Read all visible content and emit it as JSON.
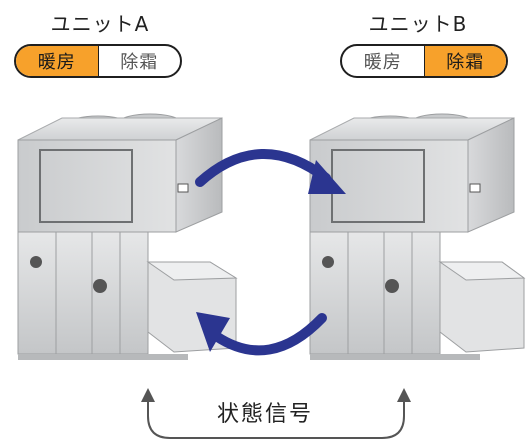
{
  "unit_a": {
    "title": "ユニットA",
    "modes": [
      {
        "label": "暖房",
        "active": true
      },
      {
        "label": "除霜",
        "active": false
      }
    ]
  },
  "unit_b": {
    "title": "ユニットB",
    "modes": [
      {
        "label": "暖房",
        "active": false
      },
      {
        "label": "除霜",
        "active": true
      }
    ]
  },
  "signal": {
    "label": "状態信号"
  },
  "colors": {
    "active": "#f7a12b",
    "arrow": "#2b3590",
    "unit_body": "#d2d4d6"
  }
}
